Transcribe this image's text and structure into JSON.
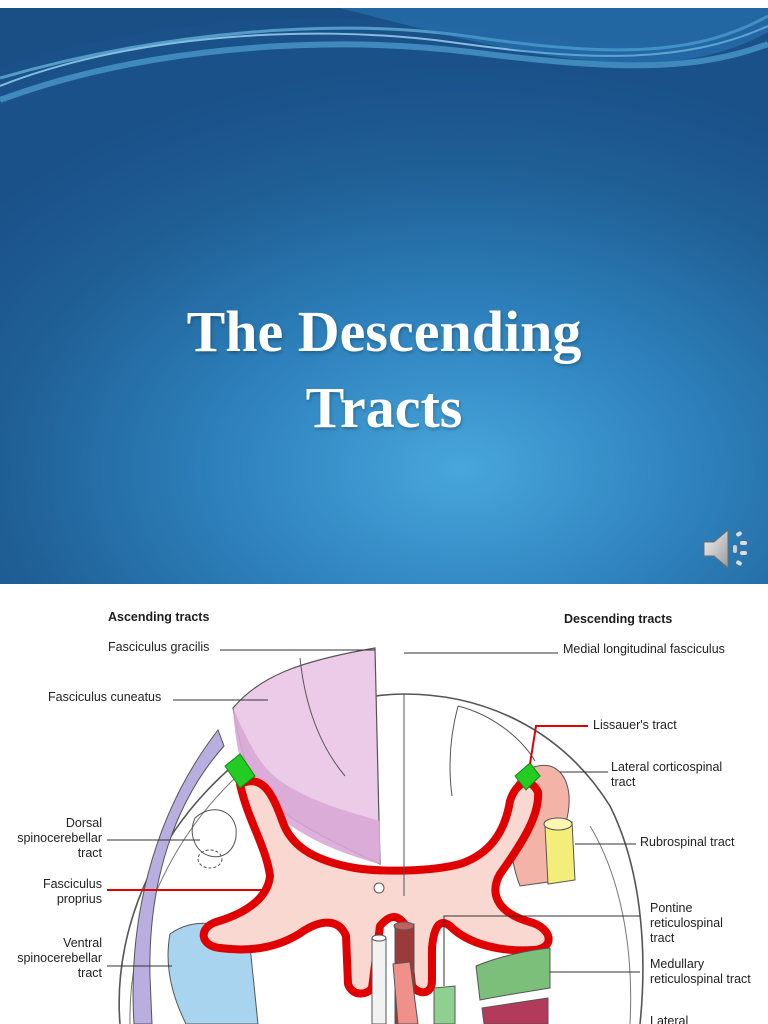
{
  "slide1": {
    "title_line1": "The Descending",
    "title_line2": "Tracts",
    "icon": "speaker-audio-icon",
    "colors": {
      "background_dark": "#1a5189",
      "background_light": "#48a6dc",
      "title": "#ffffff"
    }
  },
  "diagram": {
    "ascending_header": "Ascending tracts",
    "descending_header": "Descending tracts",
    "left_labels": {
      "fasciculus_gracilis": "Fasciculus gracilis",
      "fasciculus_cuneatus": "Fasciculus cuneatus",
      "dorsal_sc_1": "Dorsal",
      "dorsal_sc_2": "spinocerebellar",
      "dorsal_sc_3": "tract",
      "fasciculus_proprius_1": "Fasciculus",
      "fasciculus_proprius_2": "proprius",
      "ventral_sc_1": "Ventral",
      "ventral_sc_2": "spinocerebellar",
      "ventral_sc_3": "tract"
    },
    "right_labels": {
      "medial_longitudinal": "Medial longitudinal fasciculus",
      "lissauer": "Lissauer's tract",
      "lateral_cs_1": "Lateral corticospinal",
      "lateral_cs_2": "tract",
      "rubrospinal": "Rubrospinal tract",
      "pontine_1": "Pontine",
      "pontine_2": "reticulospinal",
      "pontine_3": "tract",
      "medullary_1": "Medullary",
      "medullary_2": "reticulospinal tract",
      "lateral_bottom": "Lateral"
    },
    "colors": {
      "gray_matter_outline": "#e00000",
      "dorsal_column": "#e9c6e6",
      "lissauer": "#22cc22",
      "rubrospinal": "#f3ee7a",
      "corticospinal": "#f0a090",
      "reticulospinal": "#7bbf7b",
      "spinocerebellar_ventral": "#a8d4ef",
      "spinocerebellar_dorsal": "#b8aee0"
    }
  }
}
